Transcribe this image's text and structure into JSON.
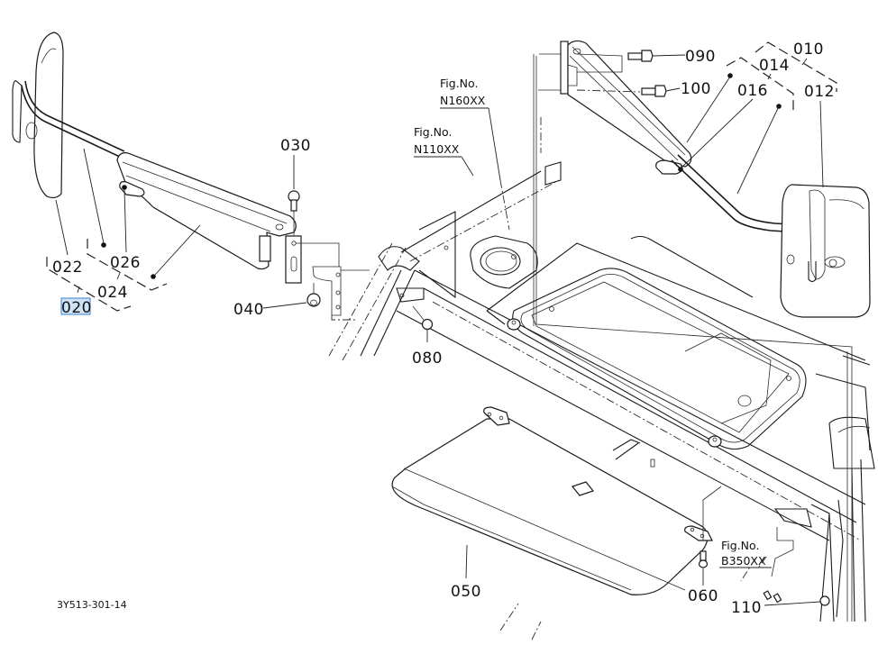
{
  "diagram": {
    "title": "Mirror and Cover Parts Diagram",
    "document_code": "3Y513-301-14",
    "selected_part": "020",
    "selection_highlight_color": "#cfe3f7",
    "selection_border_color": "#3a7fc8",
    "part_labels": {
      "p010": "010",
      "p012": "012",
      "p014": "014",
      "p016": "016",
      "p020": "020",
      "p022": "022",
      "p024": "024",
      "p026": "026",
      "p030": "030",
      "p040": "040",
      "p050": "050",
      "p060": "060",
      "p080": "080",
      "p090": "090",
      "p100": "100",
      "p110": "110"
    },
    "figure_references": [
      {
        "label": "Fig.No.",
        "code": "N160XX"
      },
      {
        "label": "Fig.No.",
        "code": "N110XX"
      },
      {
        "label": "Fig.No.",
        "code": "B350XX"
      }
    ]
  }
}
